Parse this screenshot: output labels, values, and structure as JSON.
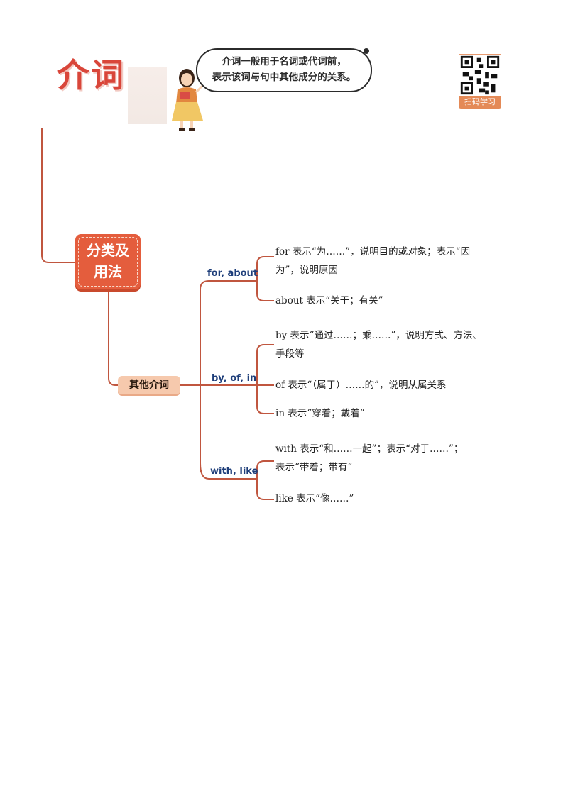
{
  "header": {
    "title": "介词",
    "speech_line1": "介词一般用于名词或代词前，",
    "speech_line2": "表示该词与句中其他成分的关系。",
    "qr_label": "扫码学习"
  },
  "diagram": {
    "main_node": {
      "line1": "分类及",
      "line2": "用法"
    },
    "sub_node": "其他介词",
    "branches": [
      {
        "label": "for, about",
        "leaves": [
          {
            "line1": "for 表示“为……”，说明目的或对象；表示“因",
            "line2": "为”，说明原因"
          },
          {
            "line1": "about 表示“关于；有关”"
          }
        ]
      },
      {
        "label": "by, of, in",
        "leaves": [
          {
            "line1": "by 表示“通过……；乘……”，说明方式、方法、",
            "line2": "手段等"
          },
          {
            "line1": "of 表示“（属于）……的”，说明从属关系"
          },
          {
            "line1": "in 表示“穿着；戴着”"
          }
        ]
      },
      {
        "label": "with, like",
        "leaves": [
          {
            "line1": "with 表示“和……一起”；表示“对于……”；",
            "line2": "表示“带着；带有”"
          },
          {
            "line1": "like 表示“像……”"
          }
        ]
      }
    ]
  },
  "colors": {
    "line": "#c0563f",
    "accent": "#e45d3d",
    "branch_label": "#1e3e7a"
  }
}
